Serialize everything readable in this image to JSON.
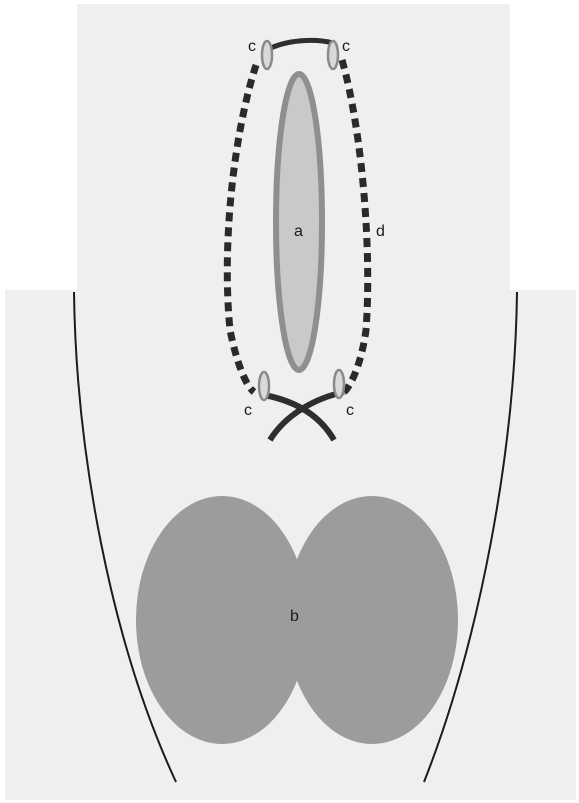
{
  "labels": {
    "a": "a",
    "b": "b",
    "c_top_left": "c",
    "c_top_right": "c",
    "c_bottom_left": "c",
    "c_bottom_right": "c",
    "d": "d"
  },
  "colors": {
    "background": "#efefef",
    "page": "#ffffff",
    "body_outline": "#1c1c1c",
    "incision_fill": "#c9c9c9",
    "incision_stroke": "#8f8f8f",
    "scrotum_fill": "#9c9c9c",
    "suture": "#2e2e2e",
    "clamp_ring": "#8a8a8a",
    "clamp_fill": "#d9d9d9"
  }
}
